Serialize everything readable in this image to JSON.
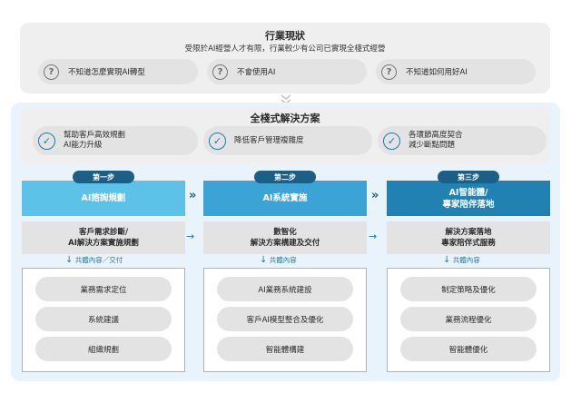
{
  "status": {
    "title": "行業現狀",
    "subtitle": "受限於AI經營人才有限，行業較少有公司已實現全棧式經營",
    "pain_points": [
      "不知道怎麼實現AI轉型",
      "不會使用AI",
      "不知道如何用好AI"
    ]
  },
  "solution": {
    "title": "全棧式解決方案",
    "benefits": [
      {
        "line1": "幫助客戶高效規劃",
        "line2": "AI能力升級"
      },
      {
        "line1": "降低客戶管理複雜度",
        "line2": ""
      },
      {
        "line1": "各環節高度契合",
        "line2": "減少斷點問題"
      }
    ]
  },
  "steps": [
    {
      "step_label": "第一步",
      "phase_line1": "AI諮詢規劃",
      "phase_line2": "",
      "task_line1": "客戶需求診斷/",
      "task_line2": "AI解決方案實施規劃",
      "content_label": "共體內容／交付",
      "items": [
        "業務需求定位",
        "系統建議",
        "組織規劃"
      ]
    },
    {
      "step_label": "第二步",
      "phase_line1": "AI系統實施",
      "phase_line2": "",
      "task_line1": "數智化",
      "task_line2": "解決方案構建及交付",
      "content_label": "共體內容",
      "items": [
        "AI業務系統建設",
        "客戶AI模型整合及優化",
        "智能體構建"
      ]
    },
    {
      "step_label": "第三步",
      "phase_line1": "AI智能體/",
      "phase_line2": "專家陪伴落地",
      "task_line1": "解決方案落地",
      "task_line2": "專家陪伴式服務",
      "content_label": "共體內容",
      "items": [
        "制定策略及優化",
        "業務流程優化",
        "智能體優化"
      ]
    }
  ],
  "colors": {
    "phase1": "#5cc2e8",
    "phase2": "#3ba3d6",
    "phase3": "#2181b3",
    "pill": "#1b5f86",
    "accent": "#2178a8",
    "outer_bg": "#e8f3fb",
    "box_bg": "#efefef",
    "item_bg": "#e3e3e3"
  }
}
